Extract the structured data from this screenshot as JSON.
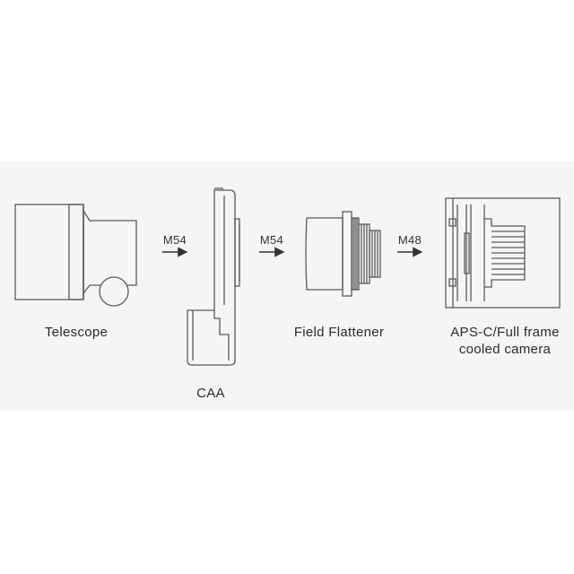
{
  "components": {
    "telescope": "Telescope",
    "caa": "CAA",
    "field_flattener": "Field Flattener",
    "camera_line1": "APS-C/Full frame",
    "camera_line2": "cooled camera"
  },
  "connections": [
    {
      "label": "M54"
    },
    {
      "label": "M54"
    },
    {
      "label": "M48"
    }
  ],
  "colors": {
    "stroke": "#5a5a5a",
    "background_band": "#f5f5f5",
    "text": "#2b2b2b"
  }
}
